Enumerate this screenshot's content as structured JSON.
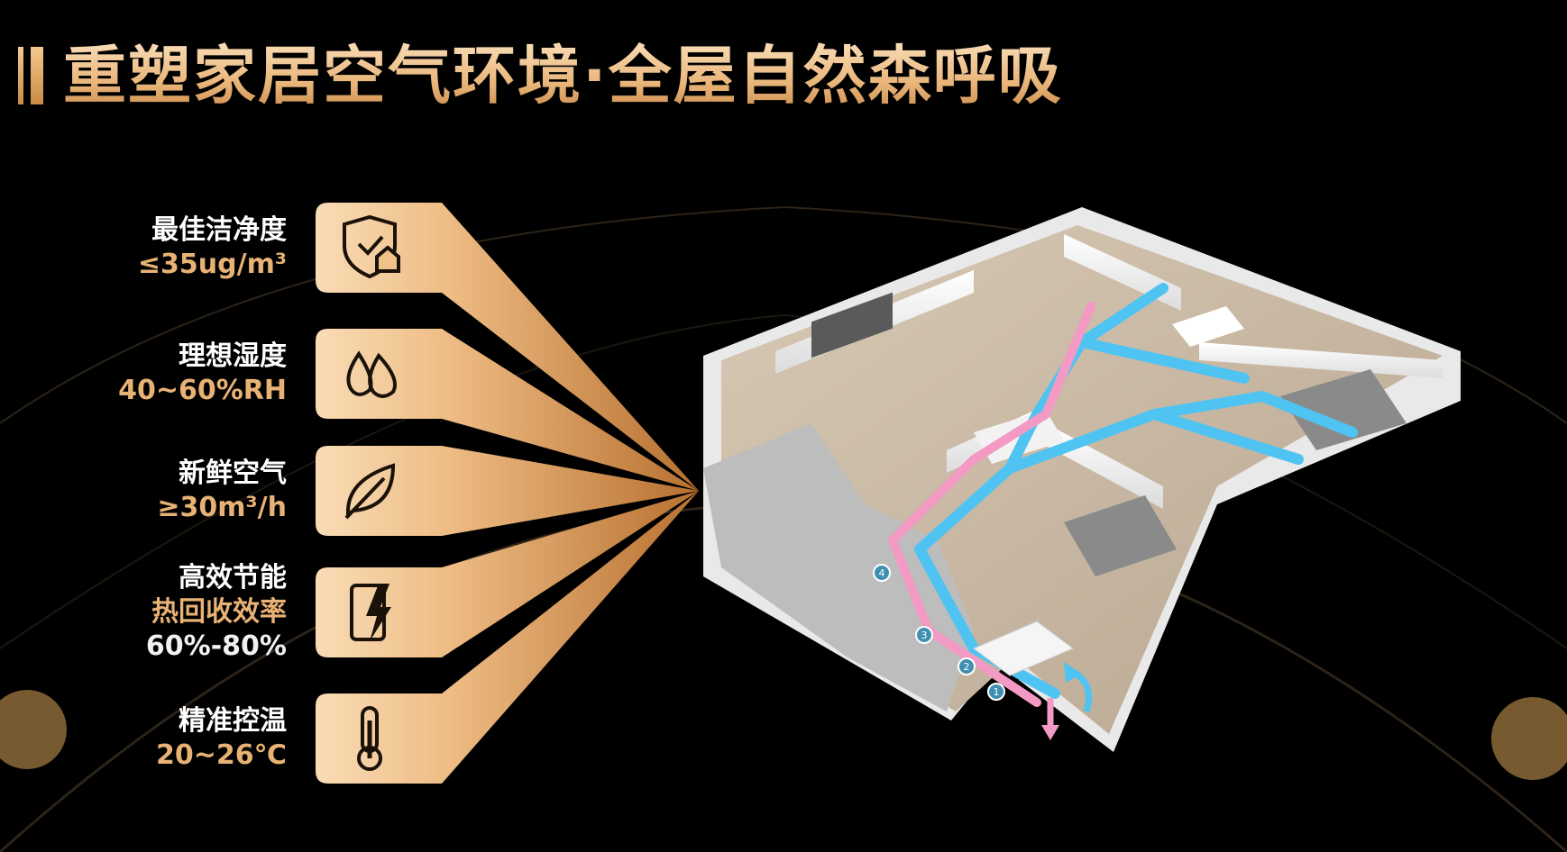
{
  "page": {
    "title": "重塑家居空气环境·全屋自然森呼吸"
  },
  "features": [
    {
      "name": "最佳洁净度",
      "lines": [
        "≤35ug/m³"
      ],
      "icon": "shield-home-check-icon"
    },
    {
      "name": "理想湿度",
      "lines": [
        "40~60%RH"
      ],
      "icon": "water-drops-icon"
    },
    {
      "name": "新鲜空气",
      "lines": [
        "≥30m³/h"
      ],
      "icon": "leaf-icon"
    },
    {
      "name": "高效节能",
      "lines": [
        "热回收效率",
        "60%-80%"
      ],
      "icon": "phone-lightning-icon"
    },
    {
      "name": "精准控温",
      "lines": [
        "20~26℃"
      ],
      "icon": "thermometer-icon"
    }
  ],
  "floorplan": {
    "markers": [
      "1",
      "2",
      "3",
      "4"
    ]
  },
  "colors": {
    "gold_light": "#f7d4a4",
    "gold_dark": "#c98a45",
    "fresh_air": "#4fc3f2",
    "exhaust_air": "#f39ac4",
    "background": "#000000"
  }
}
